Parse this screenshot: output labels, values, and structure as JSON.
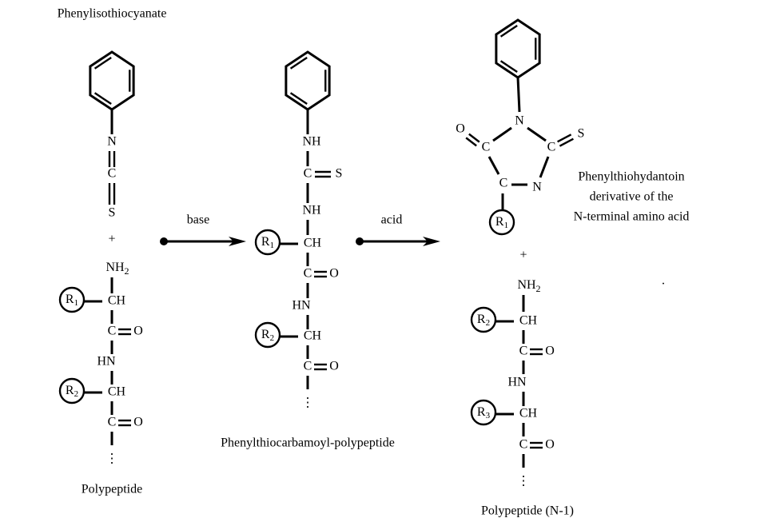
{
  "labels": {
    "reagent": "Phenylisothiocyanate",
    "polypeptide": "Polypeptide",
    "intermediate": "Phenylthiocarbamoyl-polypeptide",
    "pth_line1": "Phenylthiohydantoin",
    "pth_line2": "derivative of the",
    "pth_line3": "N-terminal amino acid",
    "product_peptide": "Polypeptide (N-1)"
  },
  "arrows": {
    "step1": "base",
    "step2": "acid"
  },
  "atoms": {
    "N": "N",
    "C": "C",
    "S": "S",
    "O": "O",
    "NH": "NH",
    "HN": "HN",
    "CH": "CH",
    "NH2_main": "NH",
    "NH2_sub": "2",
    "R": "R",
    "sub1": "1",
    "sub2": "2",
    "sub3": "3",
    "plus": "+",
    "dots": "⋮",
    "dot": "."
  }
}
